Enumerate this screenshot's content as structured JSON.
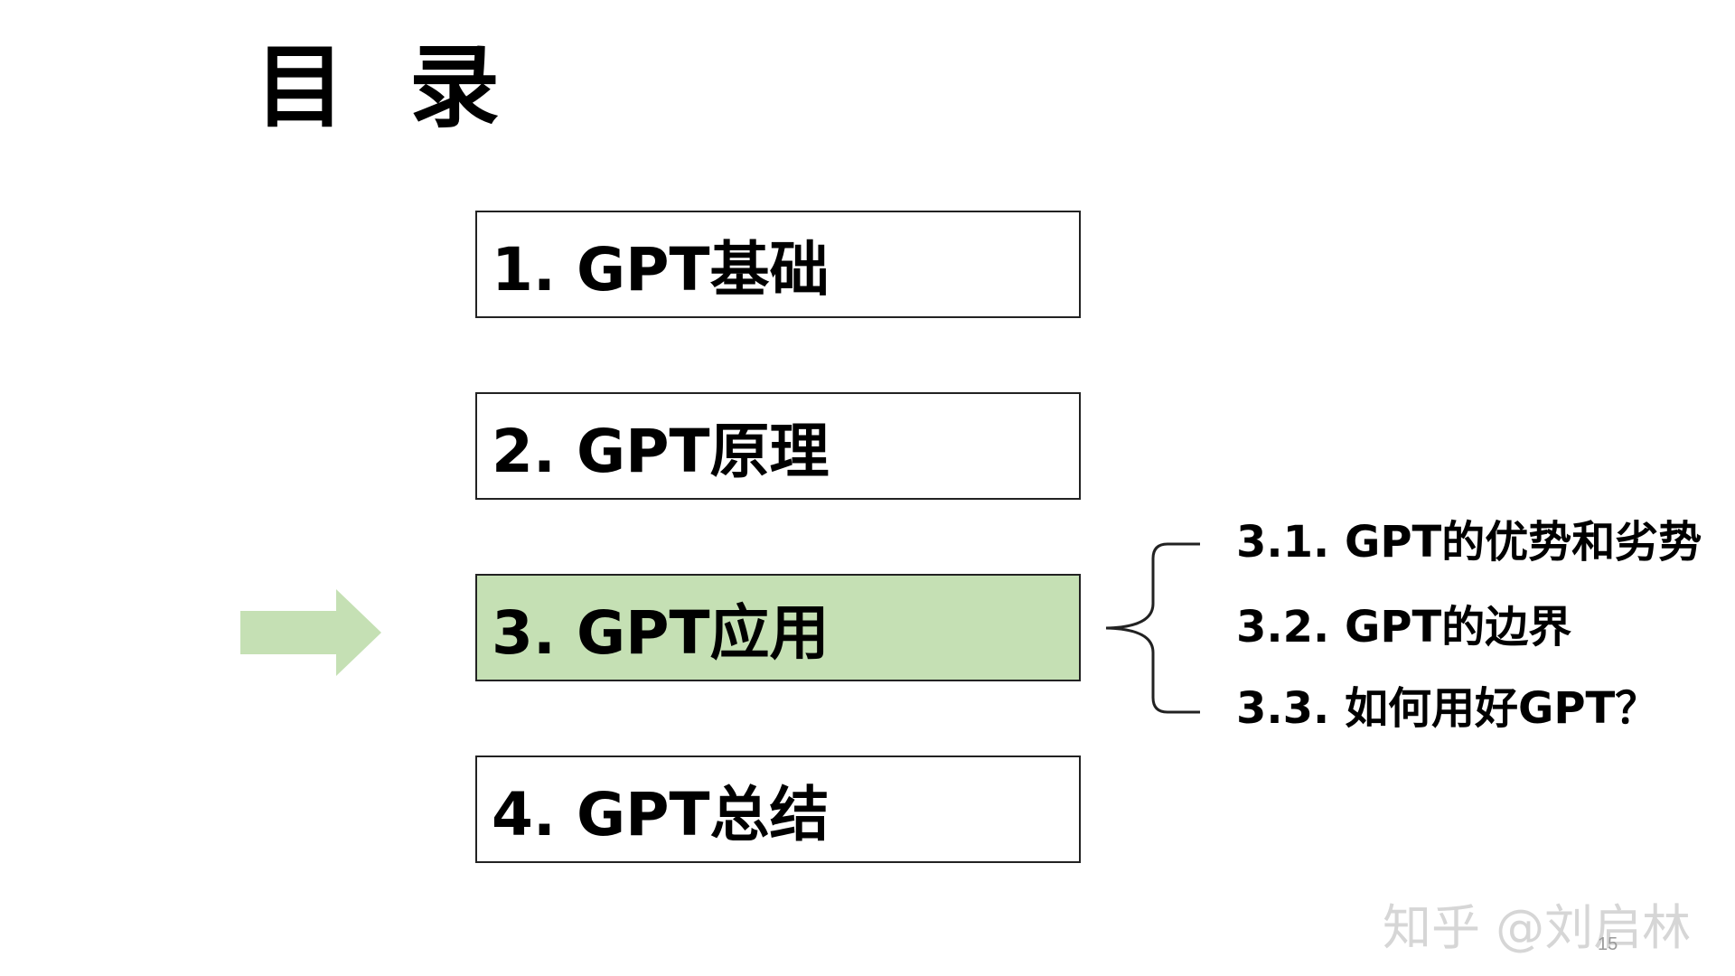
{
  "title": "目 录",
  "toc": {
    "items": [
      {
        "label": "1. GPT基础",
        "active": false
      },
      {
        "label": "2. GPT原理",
        "active": false
      },
      {
        "label": "3. GPT应用",
        "active": true
      },
      {
        "label": "4. GPT总结",
        "active": false
      }
    ],
    "active_color": "#c5e0b4",
    "arrow_color": "#c5e0b4"
  },
  "subitems": [
    "3.1. GPT的优势和劣势",
    "3.2. GPT的边界",
    "3.3. 如何用好GPT？"
  ],
  "watermark": "知乎 @刘启林",
  "page_number": "15",
  "icons": {
    "current_section_marker": "right-arrow-icon",
    "subitem_grouping": "curly-brace-icon"
  }
}
